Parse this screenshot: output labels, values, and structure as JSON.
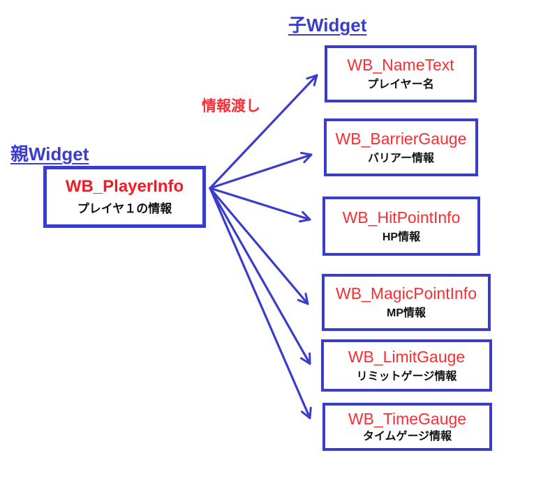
{
  "diagram": {
    "headings": {
      "parent": "親Widget",
      "child": "子Widget"
    },
    "transfer_label": "情報渡し",
    "parent_widget": {
      "title": "WB_PlayerInfo",
      "caption": "プレイヤ１の情報"
    },
    "children": [
      {
        "title": "WB_NameText",
        "caption": "プレイヤー名"
      },
      {
        "title": "WB_BarrierGauge",
        "caption": "バリアー情報"
      },
      {
        "title": "WB_HitPointInfo",
        "caption": "HP情報"
      },
      {
        "title": "WB_MagicPointInfo",
        "caption": "MP情報"
      },
      {
        "title": "WB_LimitGauge",
        "caption": "リミットゲージ情報"
      },
      {
        "title": "WB_TimeGauge",
        "caption": "タイムゲージ情報"
      }
    ],
    "colors": {
      "blue": "#3a3ccb",
      "red_parent": "#ee1c25",
      "red_child": "#fa2d33",
      "caption_black": "#111111"
    }
  }
}
